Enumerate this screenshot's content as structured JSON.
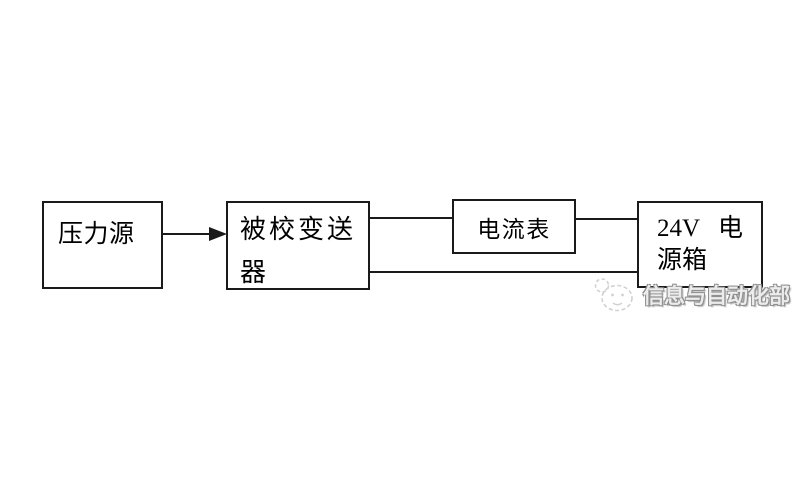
{
  "diagram": {
    "type": "flow",
    "nodes": [
      {
        "id": "pressure-source",
        "label": "压力源"
      },
      {
        "id": "transmitter-under-test",
        "label": "被校变送器",
        "lines": [
          "被校变送",
          "器"
        ]
      },
      {
        "id": "ammeter",
        "label": "电流表"
      },
      {
        "id": "power-supply-box",
        "label": "24V 电源箱",
        "line1_left": "24V",
        "line1_right": "电",
        "line2": "源箱"
      }
    ],
    "connections": [
      {
        "from": "pressure-source",
        "to": "transmitter-under-test",
        "style": "arrow"
      },
      {
        "from": "transmitter-under-test",
        "to": "ammeter",
        "style": "line",
        "position": "top"
      },
      {
        "from": "ammeter",
        "to": "power-supply-box",
        "style": "line",
        "position": "top"
      },
      {
        "from": "transmitter-under-test",
        "to": "power-supply-box",
        "style": "line",
        "position": "bottom"
      }
    ],
    "colors": {
      "border": "#1a1a1a",
      "text": "#000000",
      "background": "#ffffff",
      "watermark_text": "#8f8f8f"
    }
  },
  "watermark": {
    "text": "信息与自动化部",
    "logo": "sketch-face-logo"
  }
}
